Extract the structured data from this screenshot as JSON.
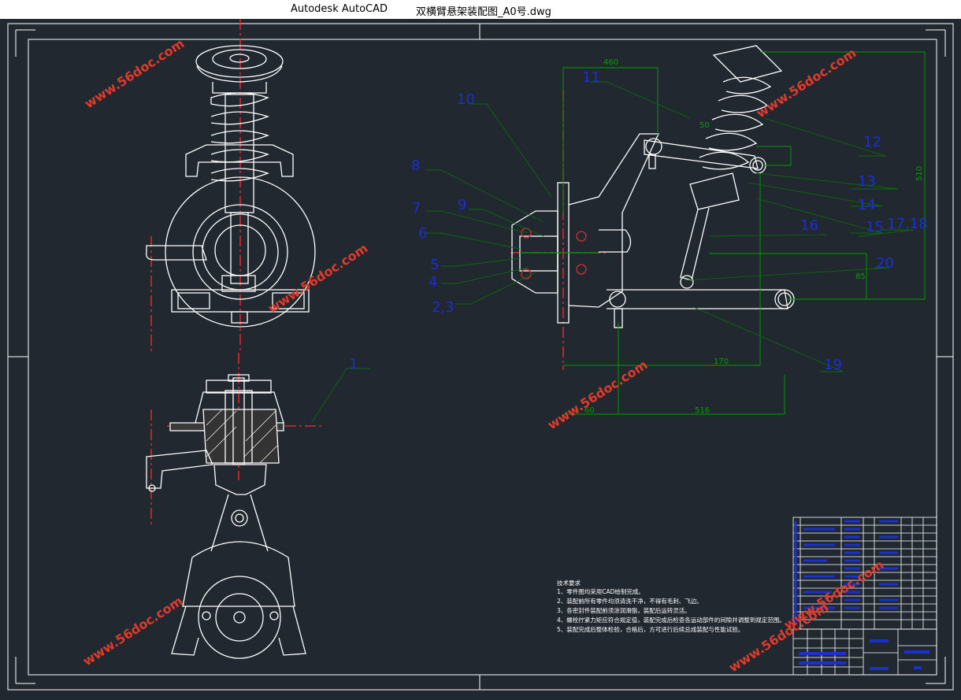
{
  "window": {
    "app_name": "Autodesk AutoCAD",
    "file_name": "双横臂悬架装配图_A0号.dwg"
  },
  "theme": {
    "background": "#212830",
    "line": "#ffffff",
    "center_line": "#ff2a2a",
    "dimension": "#00a000",
    "leader": "#0a6a0a",
    "balloon_text": "#1c2fd0",
    "watermark": "#e23a2a"
  },
  "balloons": {
    "b1": "1",
    "b2_3": "2,3",
    "b4": "4",
    "b5": "5",
    "b6": "6",
    "b7": "7",
    "b8": "8",
    "b9": "9",
    "b10": "10",
    "b11": "11",
    "b12": "12",
    "b13": "13",
    "b14": "14",
    "b15": "15",
    "b16": "16",
    "b17_18": "17,18",
    "b19": "19",
    "b20": "20"
  },
  "dimensions": {
    "d_top": "460",
    "d_right": "510",
    "d_bottom1": "170",
    "d_bottom2": "516",
    "d_left_low": "60",
    "d_right_low": "85",
    "d_spring": "50"
  },
  "notes": {
    "title": "技术要求",
    "lines": [
      "1、零件图均采用CAD绘制完成。",
      "2、装配前所有零件均须清洗干净，不得有毛刺、飞边。",
      "3、各密封件装配前须涂润滑脂，装配后运转灵活。",
      "4、螺栓拧紧力矩应符合规定值，装配完成后检查各运动部件的间隙并调整到规定范围。",
      "5、装配完成后整体检验，合格后，方可进行后续总成装配与性能试验。"
    ]
  },
  "watermarks": {
    "w1": "www.56doc.com",
    "w2": "www.56doc.com",
    "w3": "www.56doc.com",
    "w4": "www.56doc.com",
    "w5": "www.56doc.com",
    "w6": "www.56doc.com",
    "w7": "www.56doc.com"
  }
}
